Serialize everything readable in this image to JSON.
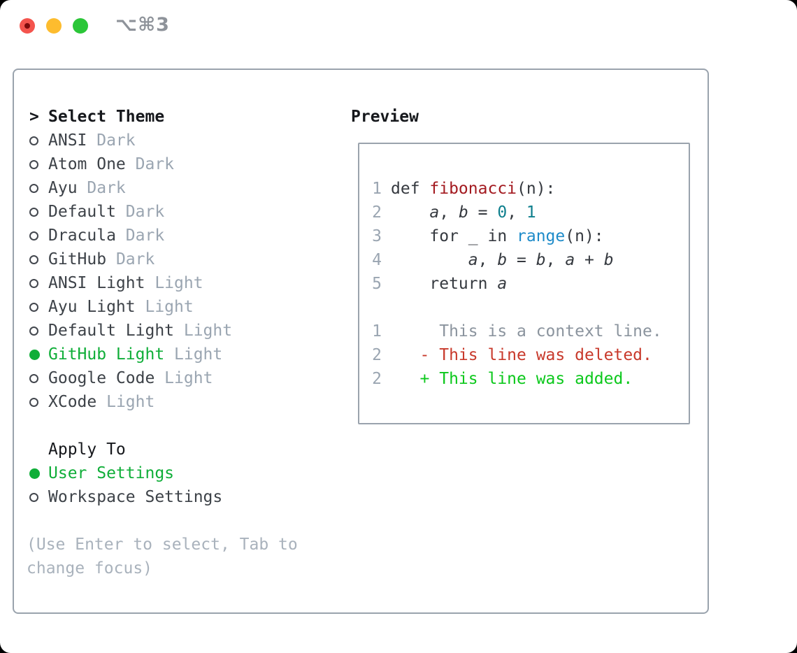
{
  "titlebar": {
    "title": "⌥⌘3"
  },
  "colors": {
    "accent_green": "#0fae38",
    "added_green": "#0cc81c",
    "deleted_red": "#c8392b",
    "func_red": "#a31a20",
    "number_teal": "#0e7f8d",
    "call_blue": "#1e8bc9",
    "code_fg": "#35393f",
    "context_gray": "#8b949e",
    "muted_gray": "#9aa5b1",
    "help_gray": "#a9b2bc",
    "heading_dark": "#16181c",
    "item_dark": "#3d4248",
    "border_gray": "#9aa3ad",
    "bullet_outline": "#43474e",
    "titlebar_gray": "#8e939a",
    "traffic_red": "#f4544d",
    "traffic_red_dot": "#7e0b0b",
    "traffic_yellow": "#fdbc2e",
    "traffic_green": "#2bc638"
  },
  "theme_panel": {
    "header": {
      "prefix": ">",
      "label": "Select Theme"
    },
    "items": [
      {
        "name": "ANSI",
        "variant": "Dark",
        "selected": false
      },
      {
        "name": "Atom One",
        "variant": "Dark",
        "selected": false
      },
      {
        "name": "Ayu",
        "variant": "Dark",
        "selected": false
      },
      {
        "name": "Default",
        "variant": "Dark",
        "selected": false
      },
      {
        "name": "Dracula",
        "variant": "Dark",
        "selected": false
      },
      {
        "name": "GitHub",
        "variant": "Dark",
        "selected": false
      },
      {
        "name": "ANSI Light",
        "variant": "Light",
        "selected": false
      },
      {
        "name": "Ayu Light",
        "variant": "Light",
        "selected": false
      },
      {
        "name": "Default Light",
        "variant": "Light",
        "selected": false
      },
      {
        "name": "GitHub Light",
        "variant": "Light",
        "selected": true
      },
      {
        "name": "Google Code",
        "variant": "Light",
        "selected": false
      },
      {
        "name": "XCode",
        "variant": "Light",
        "selected": false
      }
    ],
    "apply_to": {
      "header": "Apply To",
      "options": [
        {
          "name": "User Settings",
          "selected": true
        },
        {
          "name": "Workspace Settings",
          "selected": false
        }
      ]
    },
    "help_text": "(Use Enter to select, Tab to\nchange focus)"
  },
  "preview": {
    "header": "Preview",
    "lines": [
      {
        "name": "code-line-1",
        "num": "1",
        "segs": [
          {
            "t": "def ",
            "c": "fg"
          },
          {
            "t": "fibonacci",
            "c": "func"
          },
          {
            "t": "(n):",
            "c": "fg"
          }
        ]
      },
      {
        "name": "code-line-2",
        "num": "2",
        "segs": [
          {
            "t": "    ",
            "c": "fg"
          },
          {
            "t": "a",
            "c": "var"
          },
          {
            "t": ", ",
            "c": "fg"
          },
          {
            "t": "b",
            "c": "var"
          },
          {
            "t": " = ",
            "c": "fg"
          },
          {
            "t": "0",
            "c": "num"
          },
          {
            "t": ", ",
            "c": "fg"
          },
          {
            "t": "1",
            "c": "num"
          }
        ]
      },
      {
        "name": "code-line-3",
        "num": "3",
        "segs": [
          {
            "t": "    for _ in ",
            "c": "fg"
          },
          {
            "t": "range",
            "c": "call"
          },
          {
            "t": "(n):",
            "c": "fg"
          }
        ]
      },
      {
        "name": "code-line-4",
        "num": "4",
        "segs": [
          {
            "t": "        ",
            "c": "fg"
          },
          {
            "t": "a",
            "c": "var"
          },
          {
            "t": ", ",
            "c": "fg"
          },
          {
            "t": "b",
            "c": "var"
          },
          {
            "t": " = ",
            "c": "fg"
          },
          {
            "t": "b",
            "c": "var"
          },
          {
            "t": ", ",
            "c": "fg"
          },
          {
            "t": "a",
            "c": "var"
          },
          {
            "t": " + ",
            "c": "fg"
          },
          {
            "t": "b",
            "c": "var"
          }
        ]
      },
      {
        "name": "code-line-5",
        "num": "5",
        "segs": [
          {
            "t": "    return ",
            "c": "fg"
          },
          {
            "t": "a",
            "c": "var"
          }
        ]
      },
      {
        "name": "blank-line",
        "num": "",
        "segs": []
      },
      {
        "name": "diff-context-line",
        "num": "1",
        "segs": [
          {
            "t": "     This is a context line.",
            "c": "context"
          }
        ]
      },
      {
        "name": "diff-deleted-line",
        "num": "2",
        "segs": [
          {
            "t": "   - This line was deleted.",
            "c": "deleted"
          }
        ]
      },
      {
        "name": "diff-added-line",
        "num": "2",
        "segs": [
          {
            "t": "   + This line was added.",
            "c": "added"
          }
        ]
      }
    ]
  }
}
